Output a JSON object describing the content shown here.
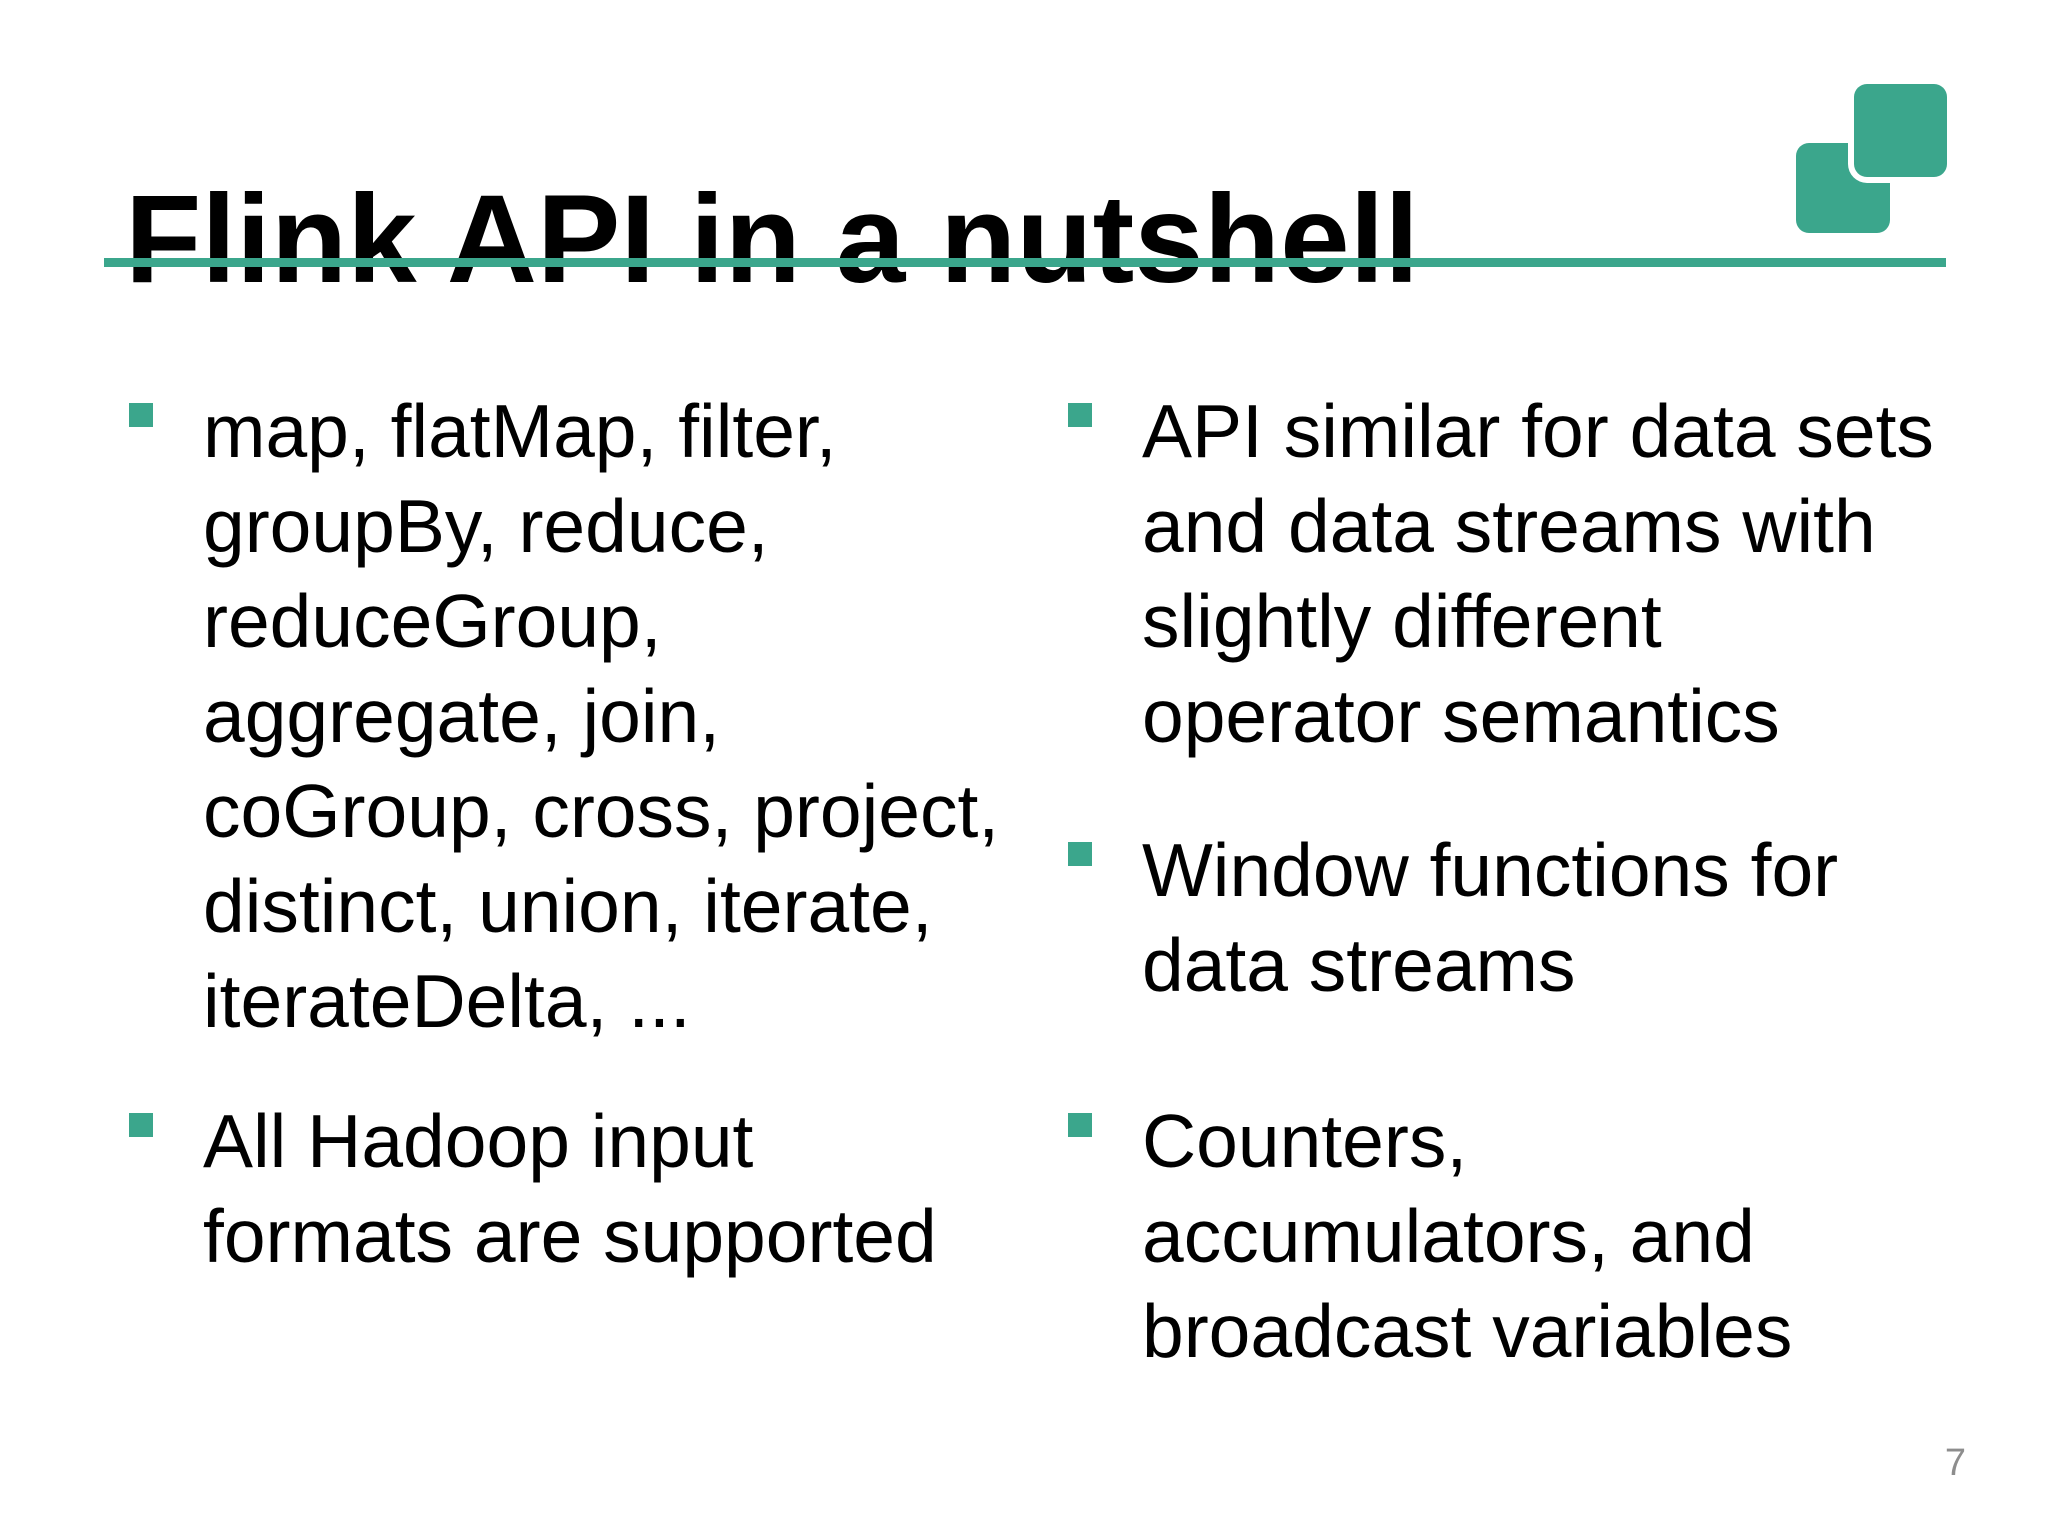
{
  "slide": {
    "title": "Flink API in a nutshell",
    "page_number": "7",
    "colors": {
      "background": "#FFFFFF",
      "text": "#000000",
      "accent": "#3BA68C",
      "page_number": "#8D8D8D"
    },
    "logo": {
      "name": "flink-overlapping-squares-logo"
    },
    "columns": {
      "left": {
        "bullets": [
          {
            "lines": [
              "map, flatMap, filter,",
              "groupBy, reduce,",
              "reduceGroup,",
              "aggregate, join,",
              "coGroup, cross, project,",
              "distinct, union, iterate,",
              "iterateDelta, ..."
            ]
          },
          {
            "lines": [
              "All Hadoop input",
              "formats are supported"
            ]
          }
        ]
      },
      "right": {
        "bullets": [
          {
            "lines": [
              "API similar for data sets",
              "and data streams with",
              "slightly different",
              "operator semantics"
            ]
          },
          {
            "lines": [
              "Window functions for",
              "data streams"
            ]
          },
          {
            "lines": [
              "Counters,",
              "accumulators, and",
              "broadcast variables"
            ]
          }
        ]
      }
    }
  }
}
